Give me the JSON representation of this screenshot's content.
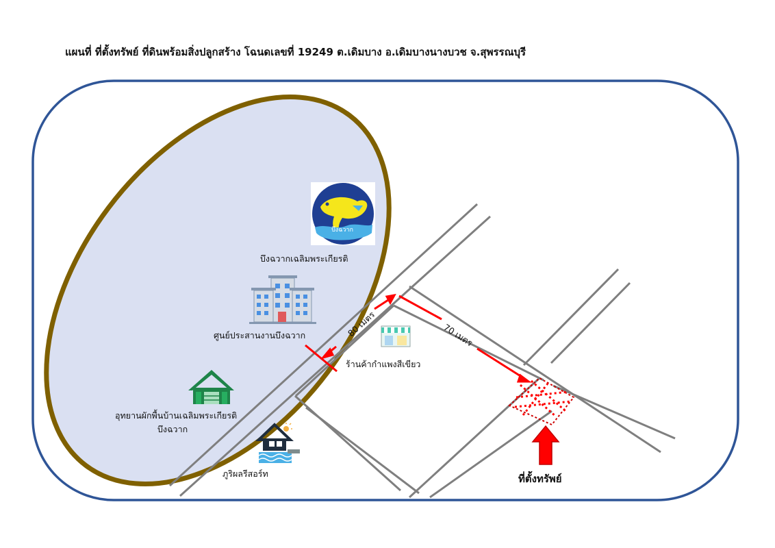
{
  "title": "แผนที่ ที่ตั้งทรัพย์ ที่ดินพร้อมสิ่งปลูกสร้าง  โฉนดเลขที่ 19249 ต.เดิมบาง อ.เดิมบางนางบวช  จ.สุพรรณบุรี",
  "landmarks": {
    "reservoir": "บึงฉวากเฉลิมพระเกียรติ",
    "reservoir_logo_text": "บึงฉวาก",
    "coordination_center": "ศูนย์ประสานงานบึงฉวาก",
    "garden_line1": "อุทยานผักพื้นบ้านเฉลิมพระเกียรติ",
    "garden_line2": "บึงฉวาก",
    "resort": "ภูริผลรีสอร์ท",
    "shop": "ร้านค้ากำแพงสีเขียว"
  },
  "distances": {
    "first_leg": "80 เมตร",
    "second_leg": "70 เมตร"
  },
  "property_label": "ที่ตั้งทรัพย์",
  "colors": {
    "frame": "#2f5597",
    "ellipse_fill": "#dae0f2",
    "ellipse_stroke": "#7f6000",
    "road": "#7f7f7f",
    "route": "#ff0000",
    "building": "#8497b0",
    "house_green": "#1e8449"
  },
  "icons": [
    "reservoir-logo-icon",
    "building-icon",
    "house-icon",
    "resort-icon",
    "shop-icon",
    "arrow-up-icon"
  ]
}
